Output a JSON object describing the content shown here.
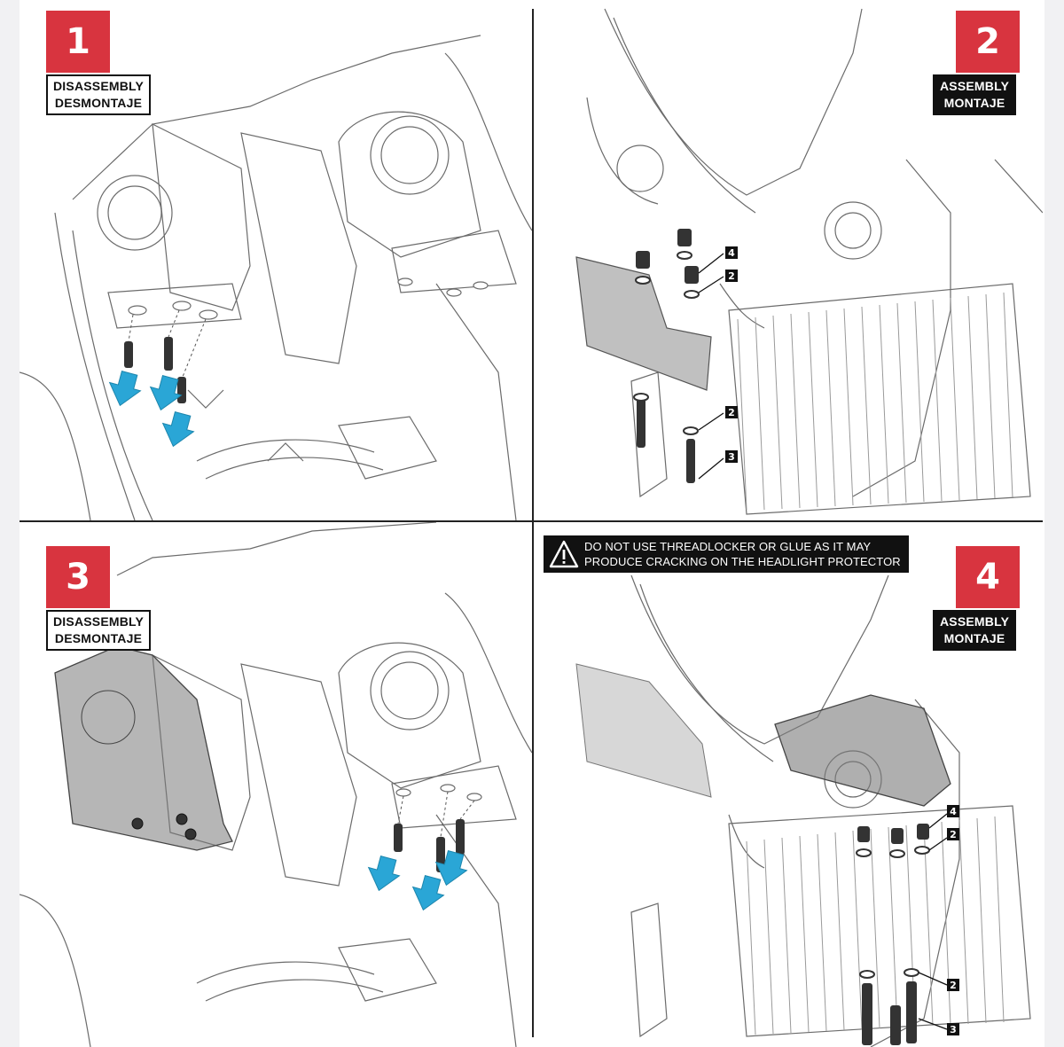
{
  "steps": [
    {
      "number": "1",
      "label_line1": "DISASSEMBLY",
      "label_line2": "DESMONTAJE"
    },
    {
      "number": "2",
      "label_line1": "ASSEMBLY",
      "label_line2": "MONTAJE"
    },
    {
      "number": "3",
      "label_line1": "DISASSEMBLY",
      "label_line2": "DESMONTAJE"
    },
    {
      "number": "4",
      "label_line1": "ASSEMBLY",
      "label_line2": "MONTAJE"
    }
  ],
  "warning": {
    "line1": "DO NOT USE THREADLOCKER OR GLUE AS IT MAY",
    "line2": "PRODUCE CRACKING ON THE HEADLIGHT PROTECTOR",
    "icon": "warning-triangle-icon"
  },
  "callouts": {
    "step2": [
      "4",
      "2",
      "2",
      "3"
    ],
    "step4": [
      "4",
      "2",
      "2",
      "3"
    ]
  },
  "colors": {
    "badge": "#d8343f",
    "arrow": "#2aa6d6",
    "protector": "#8c8c8c",
    "line": "#5a5a5a"
  }
}
